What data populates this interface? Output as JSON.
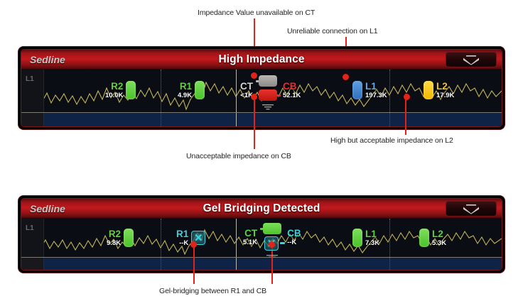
{
  "figure": {
    "annotations_top": [
      {
        "id": "ann-ct-unavailable",
        "text": "Impedance Value unavailable on CT"
      },
      {
        "id": "ann-l1-unreliable",
        "text": "Unreliable connection on L1"
      }
    ],
    "annotations_mid": [
      {
        "id": "ann-cb-unacceptable",
        "text": "Unacceptable impedance on CB"
      },
      {
        "id": "ann-l2-high",
        "text": "High but acceptable impedance on L2"
      }
    ],
    "annotations_bottom": [
      {
        "id": "ann-gel-bridging",
        "text": "Gel-bridging between R1 and CB"
      }
    ],
    "leader_color": "#e2231a"
  },
  "panel1": {
    "brand": "Sedline",
    "alarm_title": "High Impedance",
    "collapse_icon": "double-chevron-down-icon",
    "eeg_channel_label": "L1",
    "electrodes": [
      {
        "name": "R2",
        "value": "10.0K",
        "status": "good",
        "color": "#5ed23d",
        "pill": "green"
      },
      {
        "name": "R1",
        "value": "4.9K",
        "status": "good",
        "color": "#5ed23d",
        "pill": "green"
      },
      {
        "name": "CT",
        "value": "<1K",
        "status": "unavailable",
        "color": "#d8d6d2",
        "pill": "gray"
      },
      {
        "name": "CB",
        "value": "52.1K",
        "status": "unacceptable",
        "color": "#ef2a2a",
        "pill": "red"
      },
      {
        "name": "L1",
        "value": "197.3K",
        "status": "unreliable",
        "color": "#6aa9e8",
        "pill": "blue"
      },
      {
        "name": "L2",
        "value": "17.9K",
        "status": "high-ok",
        "color": "#f6c722",
        "pill": "yellow"
      }
    ]
  },
  "panel2": {
    "brand": "Sedline",
    "alarm_title": "Gel Bridging Detected",
    "collapse_icon": "double-chevron-down-icon",
    "eeg_channel_label": "L1",
    "electrodes": [
      {
        "name": "R2",
        "value": "9.8K",
        "status": "good",
        "color": "#5ed23d",
        "pill": "green"
      },
      {
        "name": "R1",
        "value": "--K",
        "status": "gel-bridged",
        "color": "#3ad2e0",
        "pill": "x"
      },
      {
        "name": "CT",
        "value": "5.1K",
        "status": "good",
        "color": "#5ed23d",
        "pill": "green"
      },
      {
        "name": "CB",
        "value": "--K",
        "status": "gel-bridged",
        "color": "#3ad2e0",
        "pill": "x"
      },
      {
        "name": "L1",
        "value": "7.3K",
        "status": "good",
        "color": "#5ed23d",
        "pill": "green"
      },
      {
        "name": "L2",
        "value": "5.3K",
        "status": "good",
        "color": "#5ed23d",
        "pill": "green"
      }
    ]
  }
}
